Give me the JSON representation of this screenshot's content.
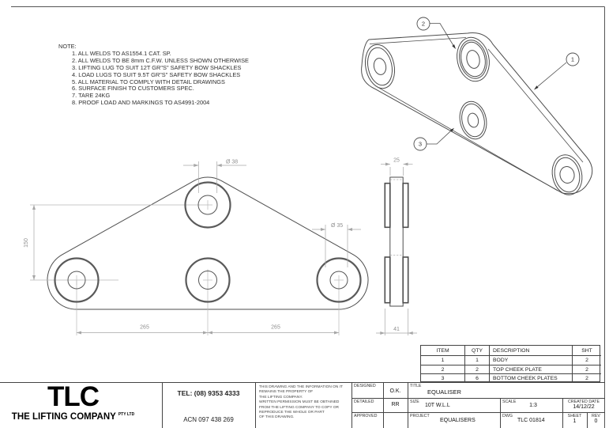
{
  "notes": {
    "heading": "NOTE:",
    "items": [
      "1. ALL WELDS TO AS1554.1 CAT. SP.",
      "2. ALL WELDS TO BE 8mm C.F.W. UNLESS SHOWN OTHERWISE",
      "3. LIFTING LUG TO SUIT 12T GR\"S\" SAFETY BOW SHACKLES",
      "4. LOAD LUGS TO SUIT 9.5T GR\"S\" SAFETY BOW SHACKLES",
      "5. ALL MATERIAL TO COMPLY WITH DETAIL DRAWINGS",
      "6. SURFACE FINISH TO CUSTOMERS SPEC.",
      "7. TARE 24KG",
      "8. PROOF LOAD AND MARKINGS TO AS4991-2004"
    ]
  },
  "front_view": {
    "dia_top": "Ø 38",
    "dia_bottom": "Ø 35",
    "height": "150",
    "pitch_left": "265",
    "pitch_right": "265"
  },
  "side_view": {
    "thickness": "25",
    "overall_width": "41"
  },
  "balloons": {
    "body": "1",
    "top_cheek": "2",
    "bottom_cheek": "3"
  },
  "parts_table": {
    "headers": {
      "item": "ITEM",
      "qty": "QTY",
      "description": "DESCRIPTION",
      "sht": "SHT"
    },
    "rows": [
      {
        "item": "1",
        "qty": "1",
        "description": "BODY",
        "sht": "2"
      },
      {
        "item": "2",
        "qty": "2",
        "description": "TOP CHEEK PLATE",
        "sht": "2"
      },
      {
        "item": "3",
        "qty": "6",
        "description": "BOTTOM CHEEK PLATES",
        "sht": "2"
      }
    ]
  },
  "company": {
    "logo": "TLC",
    "name": "THE LIFTING COMPANY",
    "suffix": "PTY LTD",
    "tel": "TEL: (08) 9353 4333",
    "acn": "ACN 097 438 269"
  },
  "disclaimer": {
    "lines": [
      "THIS DRAWING AND THE INFORMATION ON IT",
      "REMAINS THE PROPERTY OF",
      "THE LIFTING COMPANY.",
      "WRITTEN PERMISSION MUST BE OBTAINED",
      "FROM THE LIFTING COMPANY TO COPY OR",
      "REPRODUCE THE WHOLE OR PART",
      "OF THIS DRAWING."
    ]
  },
  "title_block": {
    "designed_label": "DESIGNED",
    "designed_value": "O.K.",
    "detailed_label": "DETAILED",
    "detailed_value": "RR",
    "approved_label": "APPROVED",
    "approved_value": "",
    "title_label": "TITLE",
    "title_value": "EQUALISER",
    "size_label": "SIZE",
    "size_value": "10T W.L.L",
    "scale_label": "SCALE",
    "scale_value": "1:3",
    "created_label": "CREATED DATE",
    "created_value": "14/12/22",
    "project_label": "PROJECT",
    "project_value": "EQUALISERS",
    "dwg_label": "DWG",
    "dwg_value": "TLC 01814",
    "sheet_label": "SHEET",
    "sheet_value": "1",
    "rev_label": "REV",
    "rev_value": "0"
  }
}
